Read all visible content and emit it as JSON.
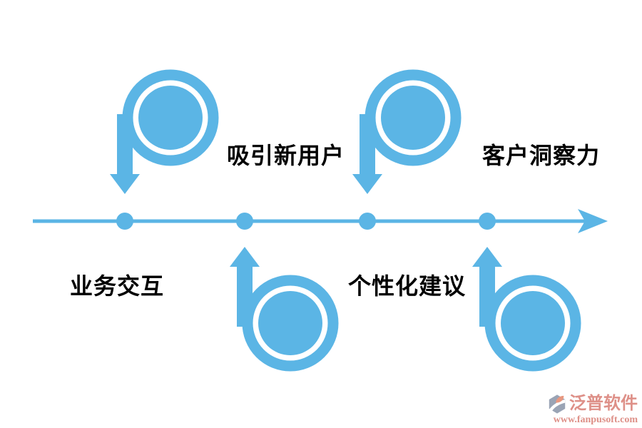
{
  "diagram": {
    "type": "timeline-infographic",
    "background_color": "#FFFFFF",
    "accent_color": "#5BB5E5",
    "label_color": "#000000",
    "axis": {
      "direction": "left-to-right",
      "node_count": 4
    },
    "steps": [
      {
        "label": "吸引新用户",
        "label_position": "above-axis",
        "icon": "p-loop-down-arrow-icon",
        "icon_position": "above-axis"
      },
      {
        "label": "业务交互",
        "label_position": "below-axis",
        "icon": "b-loop-up-arrow-icon",
        "icon_position": "below-axis"
      },
      {
        "label": "个性化建议",
        "label_position": "below-axis",
        "icon": "p-loop-down-arrow-icon",
        "icon_position": "above-axis"
      },
      {
        "label": "客户洞察力",
        "label_position": "above-axis",
        "icon": "b-loop-up-arrow-icon",
        "icon_position": "below-axis"
      }
    ]
  },
  "watermark": {
    "brand": "泛普软件",
    "url": "www.fanpusoft.com",
    "text_color": "#DE9088",
    "logo_gray": "#9AA4B5",
    "logo_leaf": "#E89880"
  }
}
